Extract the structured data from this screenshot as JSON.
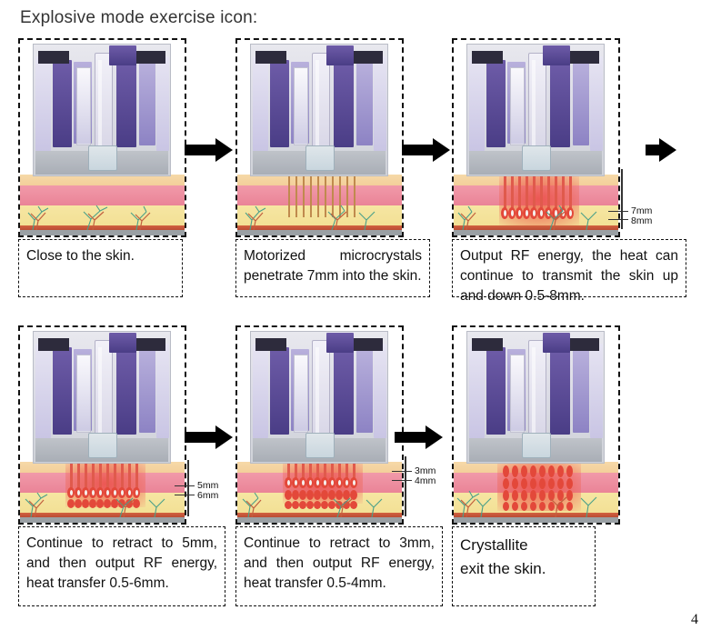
{
  "heading": "Explosive mode exercise icon:",
  "page_number": "4",
  "steps": [
    {
      "id": "step-1",
      "caption": "Close to the skin.",
      "caption_style": "justified",
      "measurements": []
    },
    {
      "id": "step-2",
      "caption": "Motorized microcrystals penetrate 7mm into the skin.",
      "caption_style": "justified",
      "measurements": []
    },
    {
      "id": "step-3",
      "caption": "Output RF energy, the heat can continue to transmit the skin up and down 0.5-8mm.",
      "caption_style": "justified",
      "measurements": [
        "7mm",
        "8mm"
      ]
    },
    {
      "id": "step-4",
      "caption": "Continue to retract to 5mm, and then output RF energy, heat transfer 0.5-6mm.",
      "caption_style": "justified",
      "measurements": [
        "5mm",
        "6mm"
      ]
    },
    {
      "id": "step-5",
      "caption": "Continue to retract to 3mm, and then output RF energy, heat transfer 0.5-4mm.",
      "caption_style": "justified",
      "measurements": [
        "3mm",
        "4mm"
      ]
    },
    {
      "id": "step-6",
      "caption": "Crystallite\nexit the skin.",
      "caption_style": "plain",
      "measurements": []
    }
  ],
  "colors": {
    "epidermis": "#f3cf9a",
    "dermis": "#ea8497",
    "hypodermis": "#f2df93",
    "muscle": "#b94c34",
    "device_purple": "#4a3d86",
    "needle": "#c08a4e",
    "rf_red": "#e3483a",
    "outline": "#111111"
  },
  "arrows": [
    {
      "id": "arrow-1-2"
    },
    {
      "id": "arrow-2-3"
    },
    {
      "id": "arrow-3-next"
    },
    {
      "id": "arrow-4-5"
    },
    {
      "id": "arrow-5-6"
    }
  ]
}
